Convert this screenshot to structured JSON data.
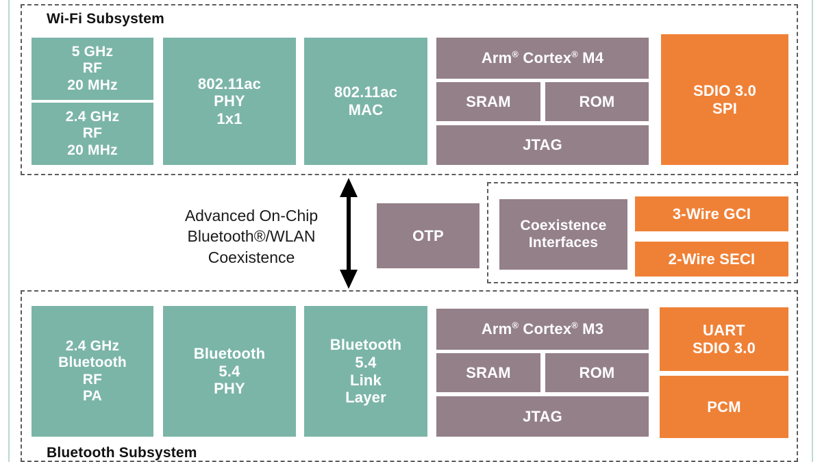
{
  "diagram": {
    "title_wifi": "Wi-Fi Subsystem",
    "title_bt": "Bluetooth Subsystem",
    "coexistence_note": "Advanced On-Chip\nBluetooth®/WLAN\nCoexistence",
    "colors": {
      "teal": "#7bb5a8",
      "mauve": "#948089",
      "orange": "#ef8137",
      "dash_border": "#5b5b5b",
      "edge_rule": "#bcd9d2",
      "block_text": "#ffffff",
      "label_text": "#111111"
    }
  },
  "wifi": {
    "rf_5ghz": "5 GHz\nRF\n20 MHz",
    "rf_24ghz": "2.4 GHz\nRF\n20 MHz",
    "phy": "802.11ac\nPHY\n1x1",
    "mac": "802.11ac\nMAC",
    "cpu_prefix": "Arm",
    "cpu_middle": " Cortex",
    "cpu_suffix": " M4",
    "sram": "SRAM",
    "rom": "ROM",
    "jtag": "JTAG",
    "host_if": "SDIO 3.0\nSPI"
  },
  "middle": {
    "otp": "OTP",
    "coex_interfaces": "Coexistence\nInterfaces",
    "gci": "3-Wire GCI",
    "seci": "2-Wire SECI",
    "arrow": "bidirectional-vertical-arrow"
  },
  "bluetooth": {
    "rf_pa": "2.4 GHz\nBluetooth\nRF\nPA",
    "phy": "Bluetooth\n5.4\nPHY",
    "link_layer": "Bluetooth\n5.4\nLink\nLayer",
    "cpu_prefix": "Arm",
    "cpu_middle": " Cortex",
    "cpu_suffix": " M3",
    "sram": "SRAM",
    "rom": "ROM",
    "jtag": "JTAG",
    "host_if": "UART\nSDIO 3.0",
    "pcm": "PCM"
  }
}
